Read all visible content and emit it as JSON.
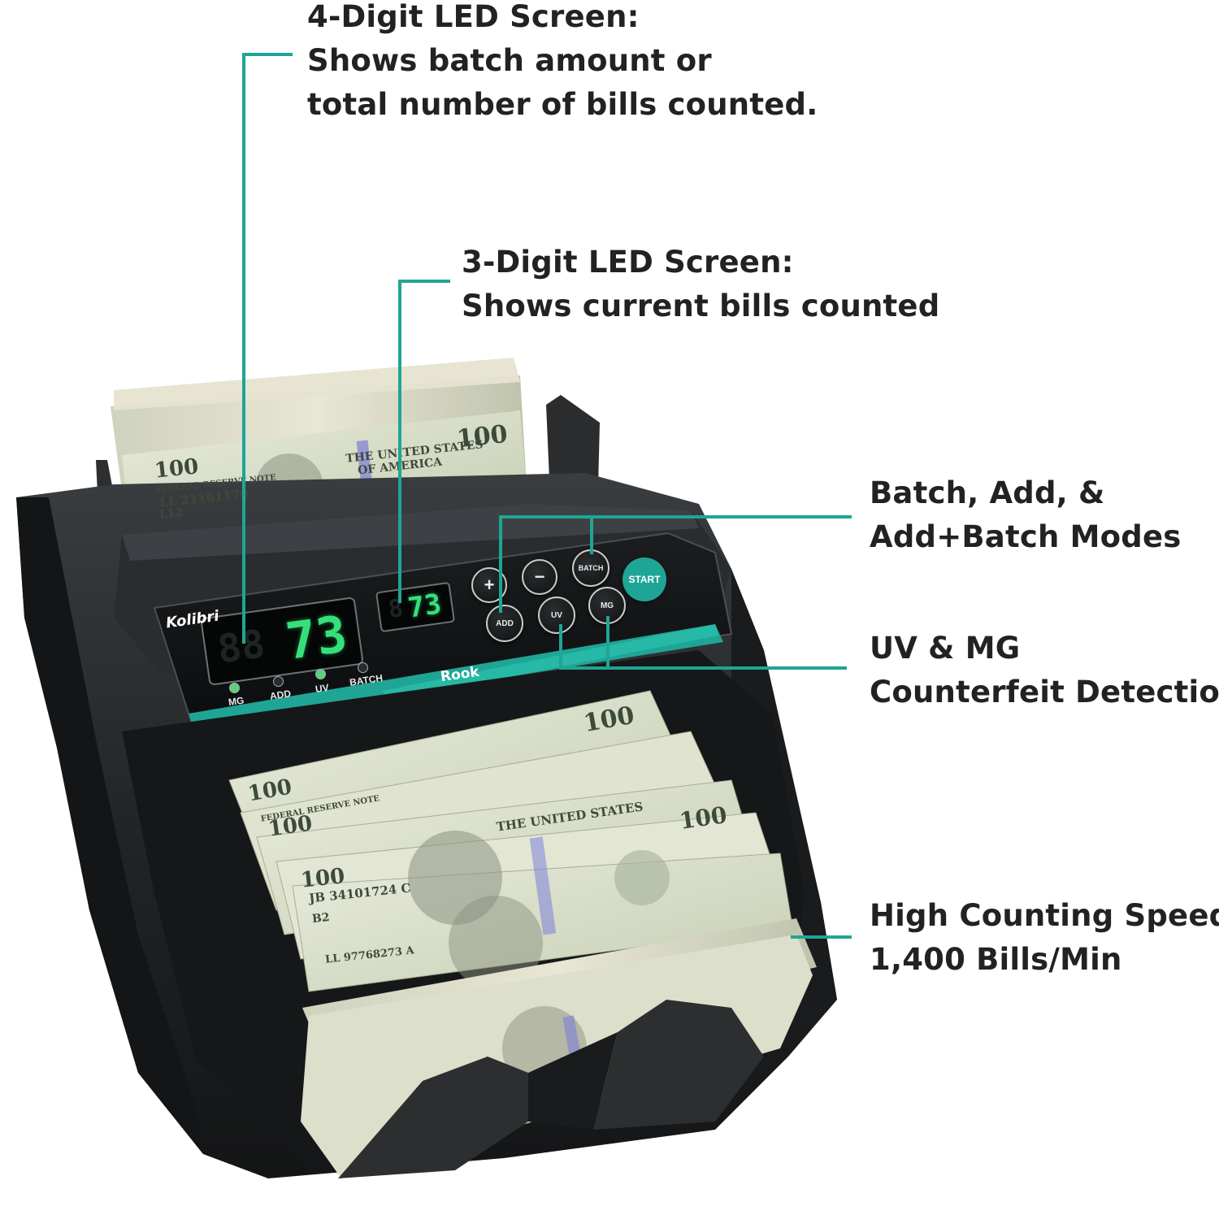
{
  "callouts": {
    "led4": {
      "lines": [
        "4-Digit LED Screen:",
        "Shows batch amount or",
        "total number of bills counted."
      ]
    },
    "led3": {
      "lines": [
        "3-Digit LED Screen:",
        "Shows current bills counted"
      ]
    },
    "modes": {
      "lines": [
        "Batch, Add, &",
        "Add+Batch Modes"
      ]
    },
    "detect": {
      "lines": [
        "UV & MG",
        "Counterfeit Detection"
      ]
    },
    "speed": {
      "lines": [
        "High Counting Speed:",
        "1,400 Bills/Min"
      ]
    }
  },
  "device": {
    "brand": "Kolibri",
    "model": "Rook",
    "display_4digit": {
      "ghost": "88",
      "value": "73"
    },
    "display_3digit": {
      "ghost": "8",
      "value": "73"
    },
    "indicators": [
      "MG",
      "ADD",
      "UV",
      "BATCH"
    ],
    "buttons": {
      "plus": "+",
      "minus": "−",
      "batch": "BATCH",
      "start": "START",
      "add": "ADD",
      "uv": "UV",
      "mg": "MG"
    }
  },
  "bill_print": {
    "denomination": "100",
    "issuer": "FEDERAL RESERVE NOTE",
    "country_line1": "THE UNITED STATES",
    "country_line2": "OF AMERICA",
    "serial_1": "JB 34101724 C",
    "serial_2": "LL 97768273 A",
    "serial_3": "LL 21161170",
    "plate_1": "B2",
    "plate_2": "L12"
  },
  "colors": {
    "accent": "#1fa596",
    "leader": "#1fa596",
    "led": "#35e07b",
    "text": "#222222"
  }
}
